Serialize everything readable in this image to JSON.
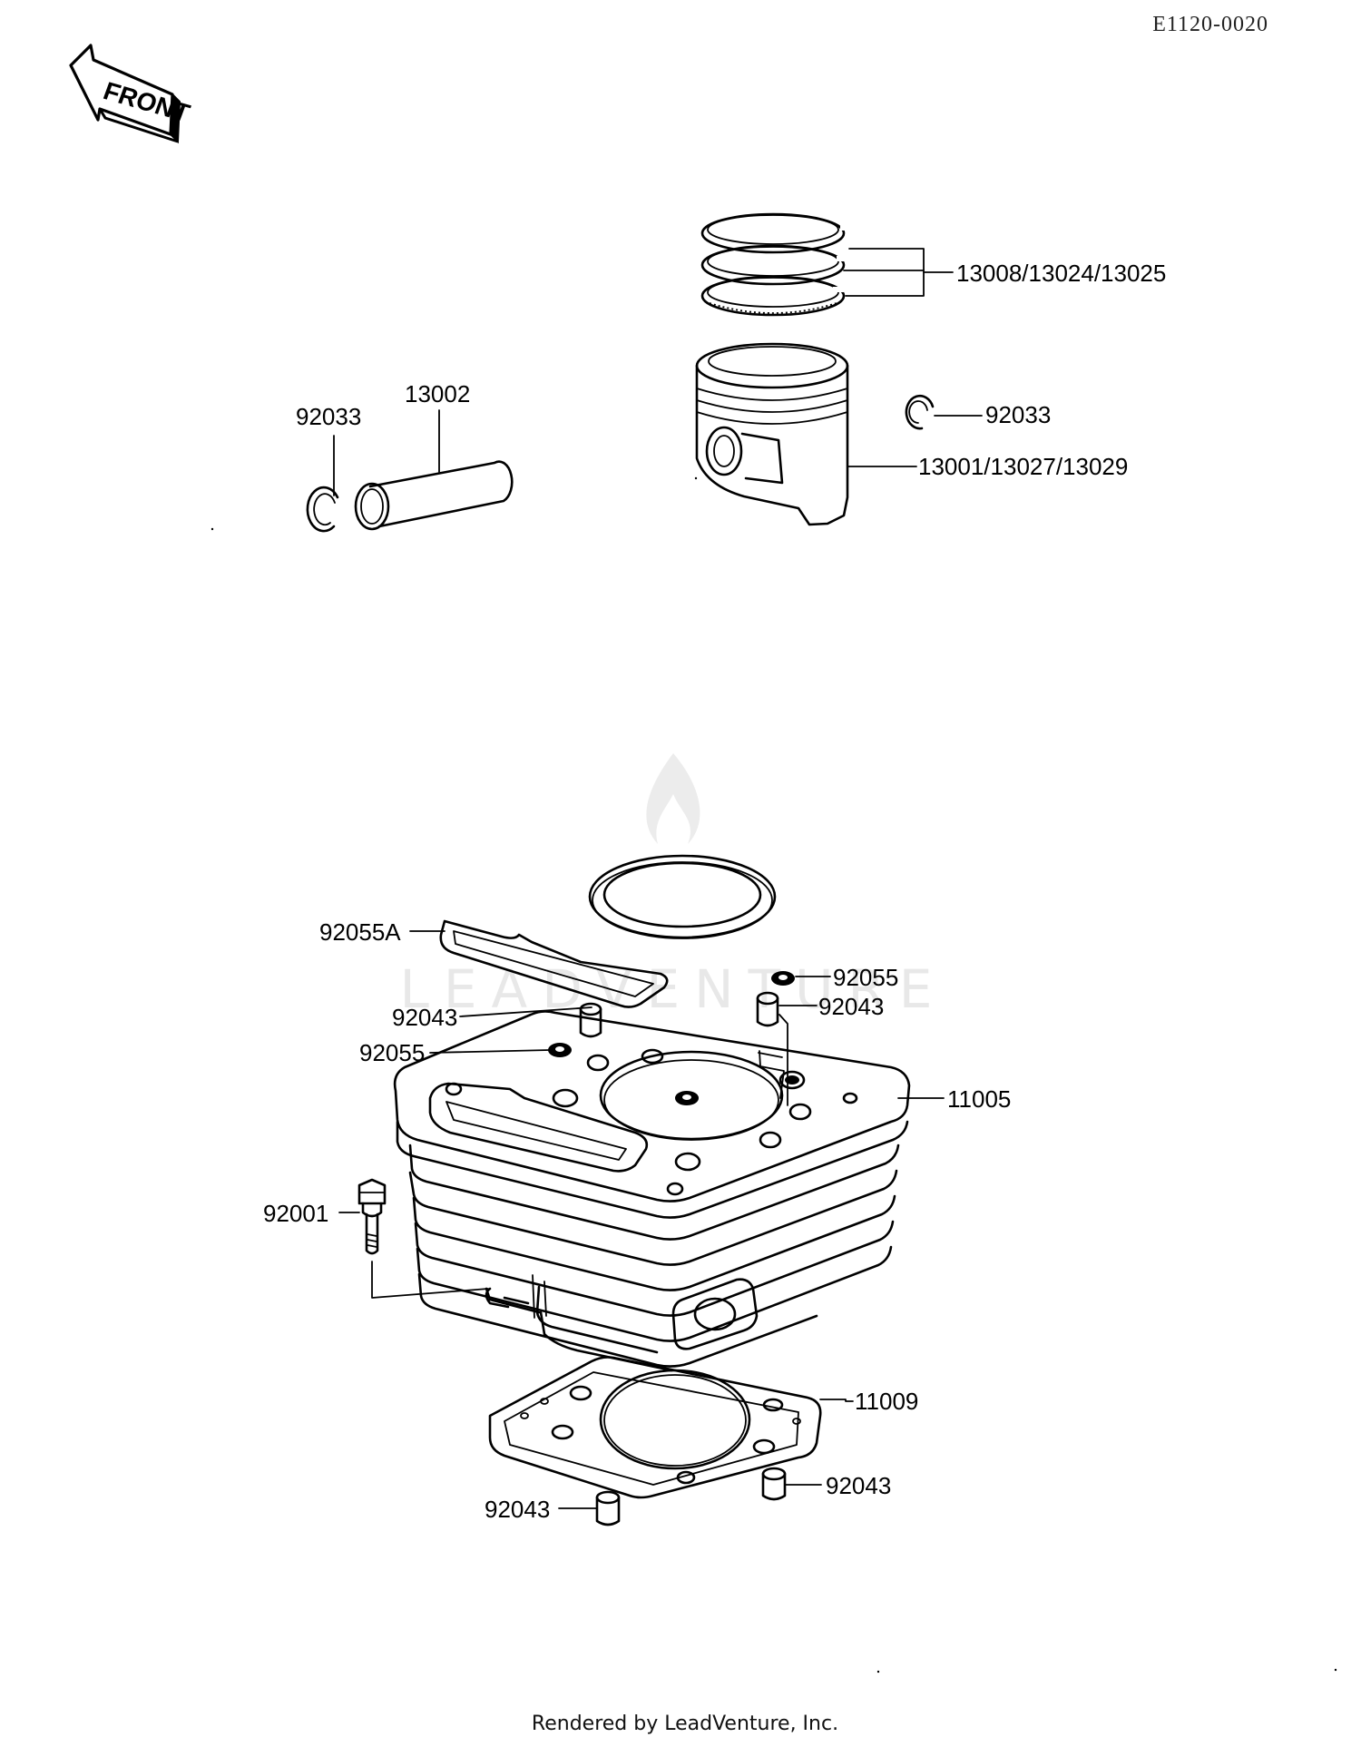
{
  "header": {
    "doc_id": "E1120-0020"
  },
  "front_arrow": {
    "label": "FRONT",
    "icon": "front-direction-arrow-icon"
  },
  "watermark": {
    "text": "LEADVENTURE",
    "icon": "flame-logo-icon"
  },
  "callouts": {
    "rings": "13008/13024/13025",
    "piston": "13001/13027/13029",
    "clip_right": "92033",
    "clip_left": "92033",
    "pin": "13002",
    "head_gasket_side": "92055A",
    "washer_right": "92055",
    "dowel_right": "92043",
    "dowel_left": "92043",
    "washer_left": "92055",
    "cylinder": "11005",
    "bolt": "92001",
    "base_gasket": "11009",
    "dowel_bottom_right": "92043",
    "dowel_bottom_left": "92043"
  },
  "footer": {
    "text": "Rendered by LeadVenture, Inc."
  }
}
